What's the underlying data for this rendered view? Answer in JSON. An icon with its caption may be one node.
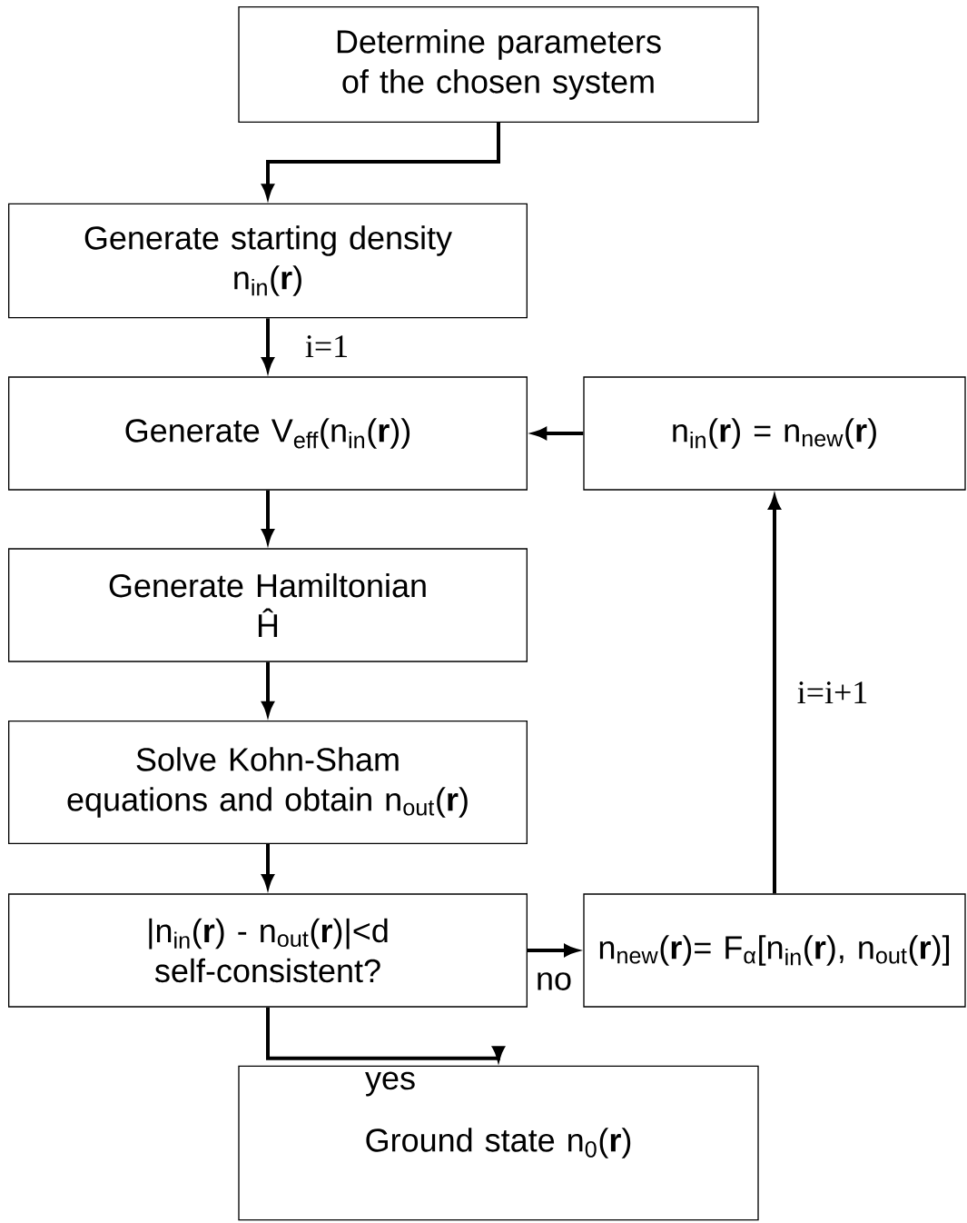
{
  "diagram": {
    "nodes": [
      {
        "text": [
          "Determine parameters of the chosen system"
        ]
      },
      {
        "text": [
          "Generate starting density",
          "n$_{in}$(**r**)"
        ]
      },
      {
        "text": [
          "Generate V$_{eff}$(n$_{in}$(**r**))"
        ]
      },
      {
        "text": [
          "n$_{in}$(**r**) = n$_{new}$(**r**)"
        ]
      },
      {
        "text": [
          "Generate Hamiltonian",
          "Ĥ"
        ]
      },
      {
        "text": [
          "Solve Kohn-Sham equations and obtain n$_{out}$(**r**)"
        ]
      },
      {
        "text": [
          "|n$_{in}$(**r**) - n$_{out}$(**r**)|<d",
          "self-consistent?"
        ]
      },
      {
        "text": [
          "n$_{new}$(**r**)= F$_{α}$[n$_{in}$(**r**), n$_{out}$(**r**)]"
        ]
      },
      {
        "text": [
          "Ground state n$_{0}$(**r**)"
        ]
      }
    ],
    "edges": [
      {
        "from": 0,
        "to": 1,
        "arrow": "to"
      },
      {
        "from": 1,
        "to": 2,
        "arrow": "to",
        "label": "i=1"
      },
      {
        "from": 2,
        "to": 4,
        "arrow": "to"
      },
      {
        "from": 4,
        "to": 5,
        "arrow": "to"
      },
      {
        "from": 5,
        "to": 6,
        "arrow": "to"
      },
      {
        "from": 6,
        "to": 7,
        "arrow": "to",
        "label": "no"
      },
      {
        "from": 7,
        "to": 3,
        "arrow": "to",
        "label": "i=i+1"
      },
      {
        "from": 3,
        "to": 2,
        "arrow": "to"
      },
      {
        "from": 6,
        "to": 8,
        "arrow": "to",
        "label": "yes"
      }
    ]
  }
}
